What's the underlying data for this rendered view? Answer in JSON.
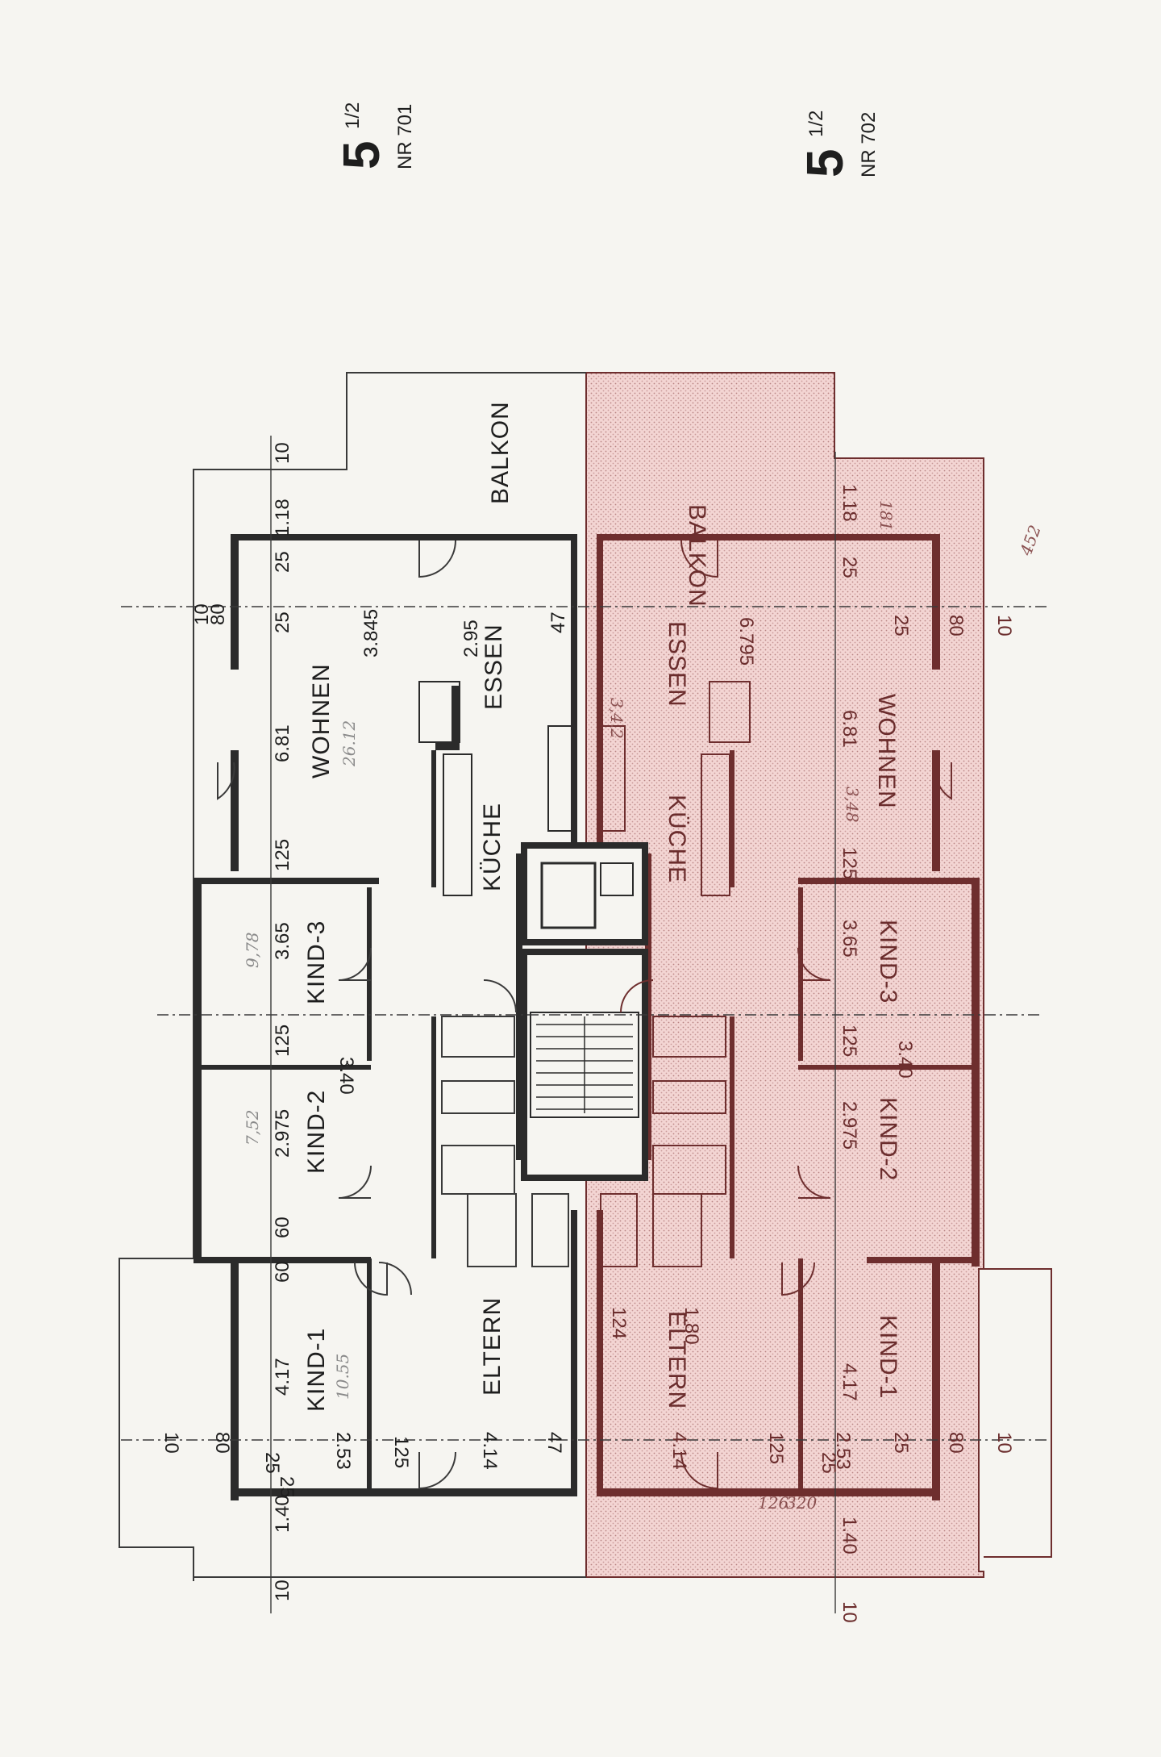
{
  "units": [
    {
      "size": "5",
      "fraction": "1/2",
      "nr": "NR 701"
    },
    {
      "size": "5",
      "fraction": "1/2",
      "nr": "NR 702"
    }
  ],
  "rooms_left": {
    "balkon": "BALKON",
    "wohnen": "WOHNEN",
    "essen": "ESSEN",
    "kueche": "KÜCHE",
    "kind3": "KIND-3",
    "kind2": "KIND-2",
    "kind1": "KIND-1",
    "eltern": "ELTERN"
  },
  "rooms_right": {
    "balkon": "BALKON",
    "wohnen": "WOHNEN",
    "essen": "ESSEN",
    "kueche": "KÜCHE",
    "kind3": "KIND-3",
    "kind2": "KIND-2",
    "kind1": "KIND-1",
    "eltern": "ELTERN"
  },
  "dims_left": {
    "d10_top": "10",
    "d118": "1.18",
    "d25a": "25",
    "d25b": "25",
    "d80": "80",
    "d10b": "10",
    "d3845": "3.845",
    "d295": "2.95",
    "d47": "47",
    "d681": "6.81",
    "d125a": "125",
    "d365": "3.65",
    "d125b": "125",
    "d340": "3.40",
    "d2975": "2.975",
    "d60a": "60",
    "d60b": "60",
    "d417": "4.17",
    "d253": "2.53",
    "d25c": "25",
    "d25d": "25",
    "d80b": "80",
    "d10c": "10",
    "d125c": "125",
    "d414": "4.14",
    "d47b": "47",
    "d140": "1.40",
    "d10d": "10"
  },
  "dims_right": {
    "d118": "1.18",
    "d25a": "25",
    "d25b": "25",
    "d80": "80",
    "d10": "10",
    "d6795": "6.795",
    "d681": "6.81",
    "d125a": "125",
    "d365": "3.65",
    "d125b": "125",
    "d340": "3.40",
    "d2975": "2.975",
    "d417": "4.17",
    "d253": "2.53",
    "d25c": "25",
    "d25d": "25",
    "d80b": "80",
    "d10b": "10",
    "d125c": "125",
    "d414": "4.14",
    "d124": "124",
    "d180": "1.80",
    "d140": "1.40",
    "d10c": "10"
  },
  "notes": {
    "left_wohnen": "26.12",
    "left_kind3": "9,78",
    "left_kind2": "7,52",
    "left_kind1": "10.55",
    "right_181": "181",
    "right_452": "452",
    "right_kueche": "3,4.2",
    "right_wohnen": "3,48",
    "right_126": "126",
    "right_320": "320"
  }
}
